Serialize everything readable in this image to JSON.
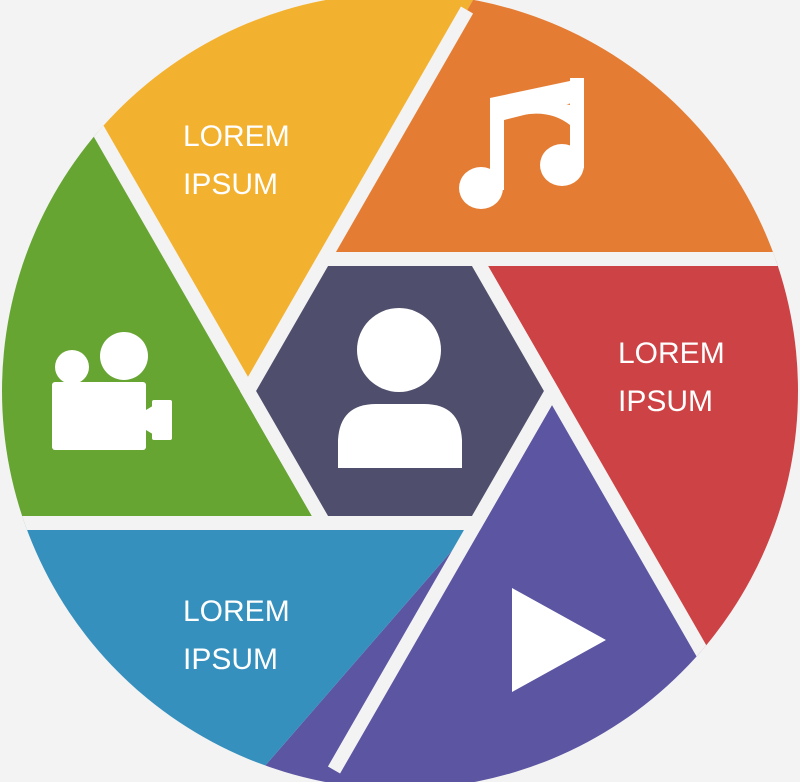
{
  "diagram": {
    "segments": [
      {
        "id": "yellow",
        "color": "#f3b130",
        "label_line1": "LOREM",
        "label_line2": "IPSUM"
      },
      {
        "id": "orange",
        "color": "#e57c33",
        "icon": "music-note-icon"
      },
      {
        "id": "red",
        "color": "#cd4244",
        "label_line1": "LOREM",
        "label_line2": "IPSUM"
      },
      {
        "id": "purple",
        "color": "#5c55a2",
        "icon": "play-icon"
      },
      {
        "id": "blue",
        "color": "#3690bd",
        "label_line1": "LOREM",
        "label_line2": "IPSUM"
      },
      {
        "id": "green",
        "color": "#67a533",
        "icon": "video-camera-icon"
      }
    ],
    "center": {
      "color": "#4f4f6d",
      "icon": "user-icon"
    },
    "gap_color": "#f3f3f3"
  }
}
